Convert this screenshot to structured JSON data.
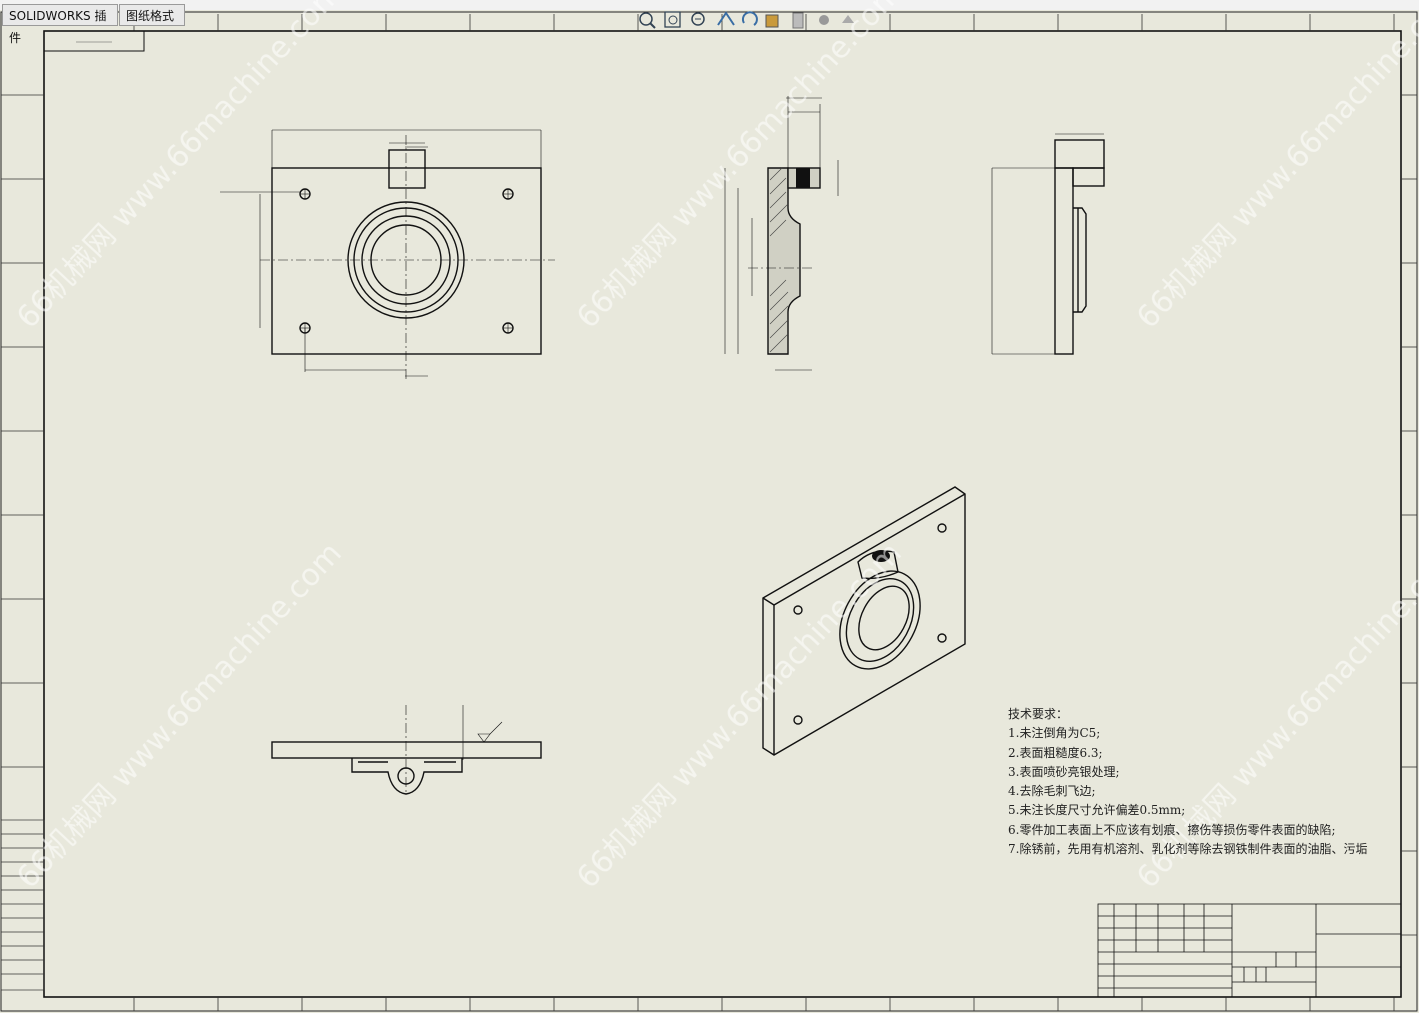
{
  "tabs": [
    {
      "label": "SOLIDWORKS 插件"
    },
    {
      "label": "图纸格式"
    }
  ],
  "toolbar": {
    "icons": [
      "zoom-to-fit-icon",
      "zoom-to-area-icon",
      "zoom-in-out-icon",
      "pan-icon",
      "rotate-icon",
      "view-orientation-icon",
      "display-style-icon",
      "hide-show-icon",
      "appearance-icon"
    ]
  },
  "drawing": {
    "sheet_color": "#e8e8dc",
    "line_color": "#111111",
    "tech_requirements": {
      "title": "技术要求：",
      "items": [
        "1.未注倒角为C5;",
        "2.表面粗糙度6.3;",
        "3.表面喷砂亮银处理;",
        "4.去除毛刺飞边;",
        "5.未注长度尺寸允许偏差0.5mm;",
        "6.零件加工表面上不应该有划痕、擦伤等损伤零件表面的缺陷;",
        "7.除锈前，先用有机溶剂、乳化剂等除去钢铁制件表面的油脂、污垢"
      ]
    },
    "watermark": "66机械网 www.66machine.com"
  }
}
